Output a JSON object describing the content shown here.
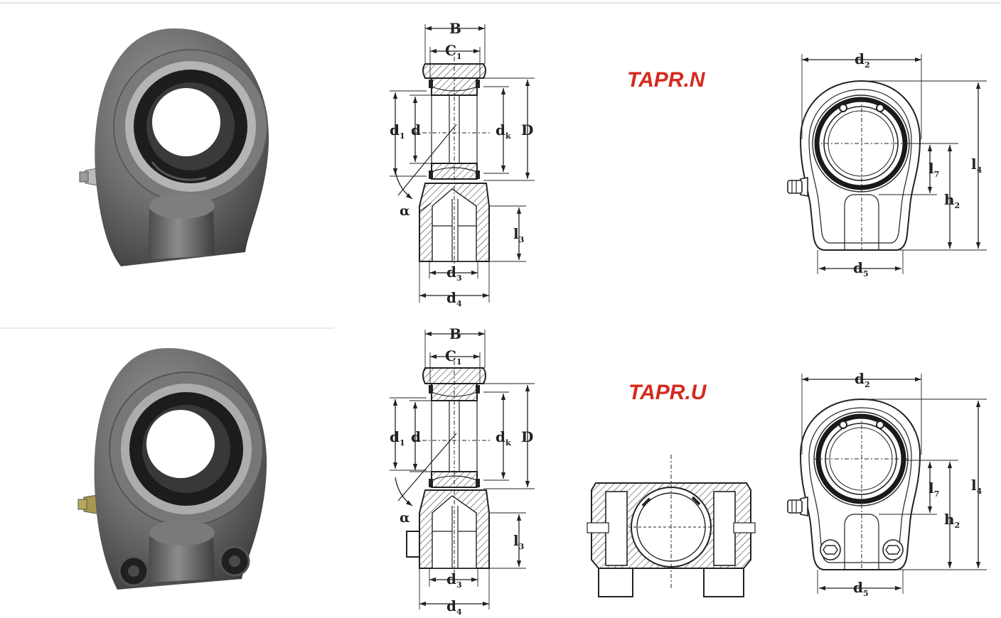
{
  "titles": {
    "top": "TAPR.N",
    "bottom": "TAPR.U"
  },
  "dims": {
    "B": "B",
    "C": "C",
    "C_sub": "1",
    "d1": "d",
    "d1_sub": "1",
    "d": "d",
    "dk": "d",
    "dk_sub": "k",
    "D": "D",
    "alpha": "α",
    "l3": "l",
    "l3_sub": "3",
    "d3": "d",
    "d3_sub": "3",
    "d4": "d",
    "d4_sub": "4",
    "d2": "d",
    "d2_sub": "2",
    "l7": "l",
    "l7_sub": "7",
    "h2": "h",
    "h2_sub": "2",
    "l4": "l",
    "l4_sub": "4",
    "d5": "d",
    "d5_sub": "5"
  },
  "colors": {
    "title": "#d42a1e",
    "body_metal": "#6f6f6f",
    "bearing_dark": "#1e1e1e"
  }
}
